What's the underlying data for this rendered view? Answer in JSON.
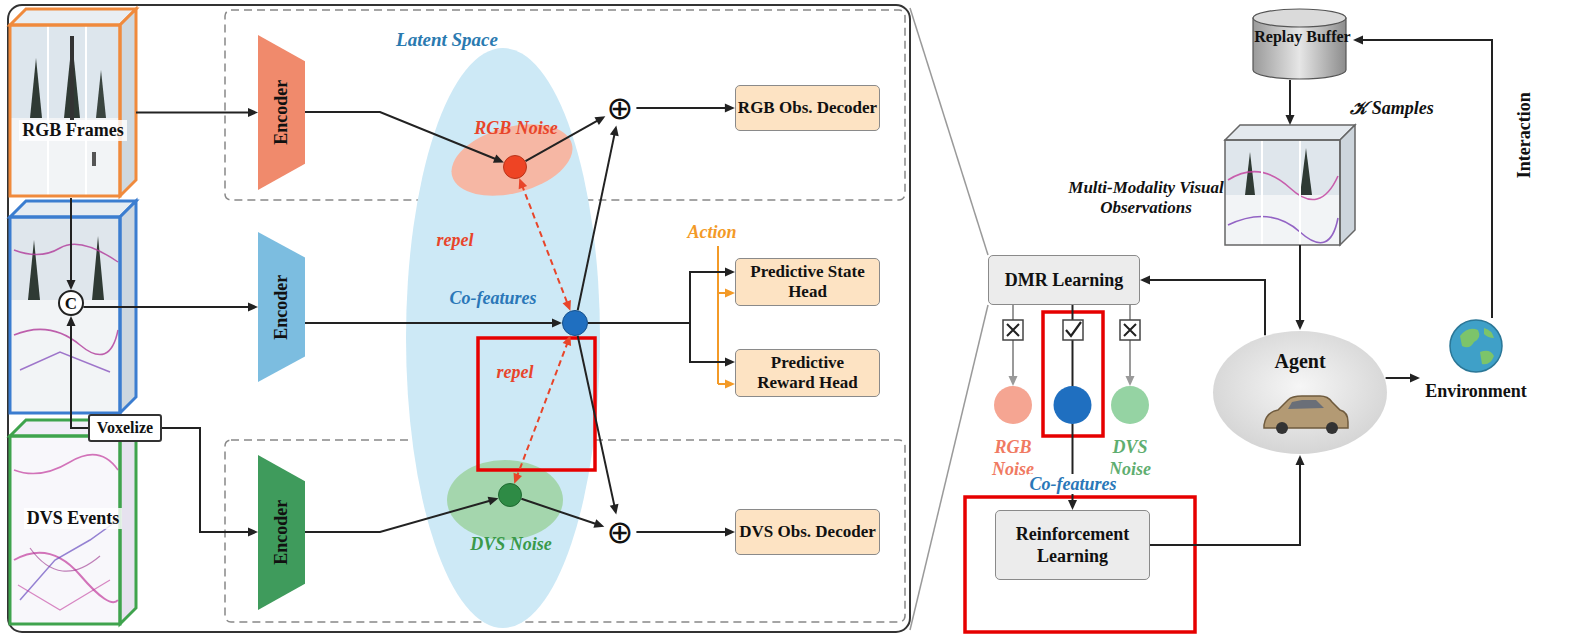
{
  "diagram": {
    "nodes": [
      {
        "text": [
          "RGB Frames"
        ]
      },
      {
        "text": [
          "C"
        ]
      },
      {
        "text": [
          "Voxelize"
        ]
      },
      {
        "text": [
          "DVS Events"
        ]
      },
      {
        "text": [
          "Encoder"
        ]
      },
      {
        "text": [
          "Encoder"
        ]
      },
      {
        "text": [
          "Encoder"
        ]
      },
      {
        "text": [
          "RGB Noise"
        ]
      },
      {
        "text": [
          "Co-features"
        ]
      },
      {
        "text": [
          "DVS Noise"
        ]
      },
      {
        "text": [
          "⊕"
        ]
      },
      {
        "text": [
          "⊕"
        ]
      },
      {
        "text": [
          "RGB Obs. Decoder"
        ]
      },
      {
        "text": [
          "Predictive State Head"
        ]
      },
      {
        "text": [
          "Predictive Reward Head"
        ]
      },
      {
        "text": [
          "DVS Obs. Decoder"
        ]
      },
      {
        "text": [
          "Replay Buffer"
        ]
      },
      {
        "text": [
          "Multi-Modality Visual Observations"
        ]
      },
      {
        "text": [
          "DMR Learning"
        ]
      },
      {
        "text": [
          "RGB Noise"
        ]
      },
      {
        "text": [
          "DVS Noise"
        ]
      },
      {
        "text": [
          "Reinforcement Learning"
        ]
      },
      {
        "text": [
          "Agent"
        ]
      },
      {
        "text": [
          "Environment"
        ]
      }
    ],
    "edges": [
      {
        "from": 0,
        "to": 1,
        "arrow": "to"
      },
      {
        "from": 2,
        "to": 1,
        "arrow": "to"
      },
      {
        "from": 0,
        "to": 4,
        "arrow": "to"
      },
      {
        "from": 1,
        "to": 5,
        "arrow": "to"
      },
      {
        "from": 2,
        "to": 6,
        "arrow": "to"
      },
      {
        "from": 4,
        "to": 7,
        "arrow": "to"
      },
      {
        "from": 5,
        "to": 8,
        "arrow": "to"
      },
      {
        "from": 6,
        "to": 9,
        "arrow": "to"
      },
      {
        "from": 7,
        "to": 8,
        "label": "repel",
        "arrow": "both"
      },
      {
        "from": 8,
        "to": 9,
        "label": "repel",
        "arrow": "both"
      },
      {
        "from": 7,
        "to": 10,
        "arrow": "to"
      },
      {
        "from": 8,
        "to": 10,
        "arrow": "to"
      },
      {
        "from": 10,
        "to": 12,
        "arrow": "to"
      },
      {
        "from": 8,
        "to": 11,
        "arrow": "to"
      },
      {
        "from": 9,
        "to": 11,
        "arrow": "to"
      },
      {
        "from": 11,
        "to": 15,
        "arrow": "to"
      },
      {
        "from": 8,
        "to": 13,
        "arrow": "to"
      },
      {
        "from": 8,
        "to": 14,
        "arrow": "to"
      },
      {
        "from": 16,
        "to": 17,
        "label": "𝒦 Samples",
        "arrow": "to"
      },
      {
        "from": 17,
        "to": 22,
        "arrow": "to"
      },
      {
        "from": 22,
        "to": 18,
        "arrow": "to"
      },
      {
        "from": 18,
        "to": 19,
        "arrow": "to"
      },
      {
        "from": 18,
        "to": 21,
        "label": "Co-features",
        "arrow": "to"
      },
      {
        "from": 18,
        "to": 20,
        "arrow": "to"
      },
      {
        "from": 21,
        "to": 22,
        "arrow": "to"
      },
      {
        "from": 22,
        "to": 23,
        "arrow": "to"
      },
      {
        "from": 23,
        "to": 16,
        "label": "Interaction",
        "arrow": "to"
      }
    ],
    "labels": [
      "Latent Space",
      "Action"
    ]
  }
}
